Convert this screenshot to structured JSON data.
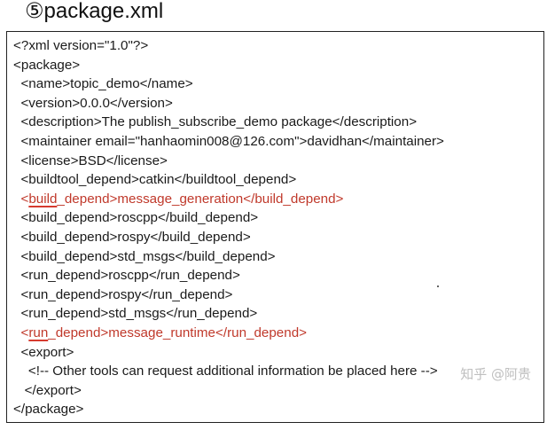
{
  "heading": {
    "number": "⑤",
    "title": "package.xml"
  },
  "code_lines": [
    {
      "text": "<?xml version=\"1.0\"?>",
      "red": false
    },
    {
      "text": "<package>",
      "red": false
    },
    {
      "text": "  <name>topic_demo</name>",
      "red": false
    },
    {
      "text": "  <version>0.0.0</version>",
      "red": false
    },
    {
      "text": "  <description>The publish_subscribe_demo package</description>",
      "red": false
    },
    {
      "text": "  <maintainer email=\"hanhaomin008@126.com\">davidhan</maintainer>",
      "red": false
    },
    {
      "text": "  <license>BSD</license>",
      "red": false
    },
    {
      "text": "  <buildtool_depend>catkin</buildtool_depend>",
      "red": false
    },
    {
      "text": "  <build_depend>message_generation</build_depend>",
      "red": true,
      "underline": "build"
    },
    {
      "text": "  <build_depend>roscpp</build_depend>",
      "red": false
    },
    {
      "text": "  <build_depend>rospy</build_depend>",
      "red": false
    },
    {
      "text": "  <build_depend>std_msgs</build_depend>",
      "red": false
    },
    {
      "text": "  <run_depend>roscpp</run_depend>",
      "red": false
    },
    {
      "text": "  <run_depend>rospy</run_depend>",
      "red": false
    },
    {
      "text": "  <run_depend>std_msgs</run_depend>",
      "red": false
    },
    {
      "text": "  <run_depend>message_runtime</run_depend>",
      "red": true,
      "underline": "run"
    },
    {
      "text": "  <export>",
      "red": false
    },
    {
      "text": "    <!-- Other tools can request additional information be placed here -->",
      "red": false
    },
    {
      "text": "   </export>",
      "red": false
    },
    {
      "text": "</package>",
      "red": false
    }
  ],
  "watermark": "知乎 @阿贵",
  "colors": {
    "text": "#1a1a1a",
    "highlight": "#c0392b",
    "border": "#222222",
    "watermark": "#bfbfbf"
  }
}
